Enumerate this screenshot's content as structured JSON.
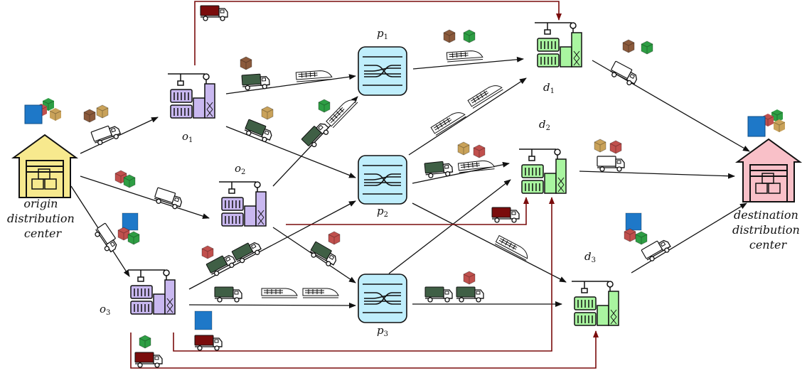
{
  "labels": {
    "origin": [
      "origin",
      "distribution",
      "center"
    ],
    "destination": [
      "destination",
      "distribution",
      "center"
    ],
    "o1": {
      "base": "o",
      "sub": "1"
    },
    "o2": {
      "base": "o",
      "sub": "2"
    },
    "o3": {
      "base": "o",
      "sub": "3"
    },
    "p1": {
      "base": "p",
      "sub": "1"
    },
    "p2": {
      "base": "p",
      "sub": "2"
    },
    "p3": {
      "base": "p",
      "sub": "3"
    },
    "d1": {
      "base": "d",
      "sub": "1"
    },
    "d2": {
      "base": "d",
      "sub": "2"
    },
    "d3": {
      "base": "d",
      "sub": "3"
    }
  },
  "colors": {
    "origin_warehouse": "#f7e98e",
    "destination_warehouse": "#f9c0c8",
    "origin_port": "#c9b8f0",
    "hub": "#bfeefc",
    "destination_port": "#a9f5a0",
    "direct_route": "#7a0c0c",
    "truck_green": "#3f5f45",
    "truck_red": "#7a0c0c",
    "box_brown": "#8b5a3c",
    "box_tan": "#c9a25a",
    "box_red": "#c0504d",
    "box_green": "#2e9e44",
    "box_blue": "#1e78c8"
  },
  "icons": [
    "warehouse-icon",
    "crane-port-icon",
    "hub-switch-icon",
    "truck-icon",
    "train-icon",
    "cargo-box-icon"
  ]
}
